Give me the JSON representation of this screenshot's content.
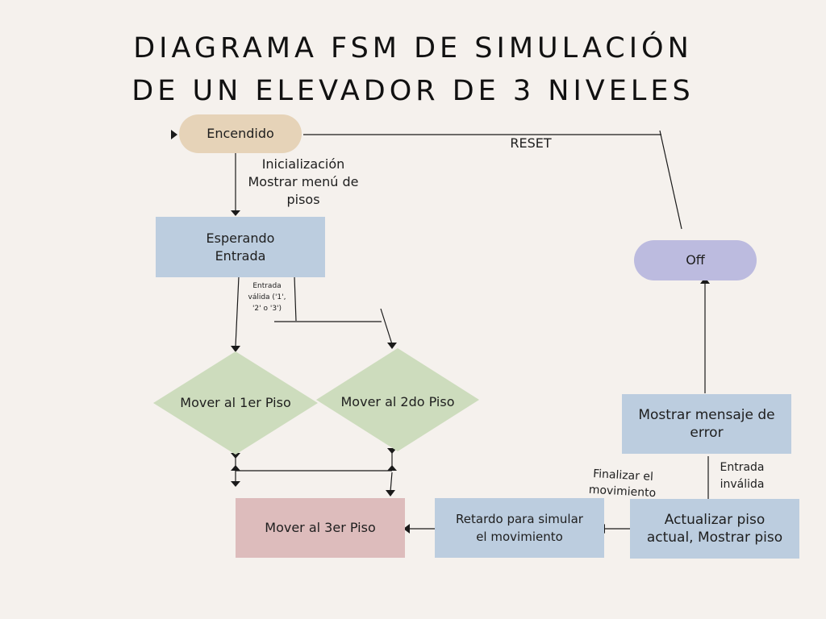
{
  "title": {
    "line1": "DIAGRAMA FSM DE SIMULACIÓN",
    "line2": "DE UN ELEVADOR DE 3 NIVELES"
  },
  "nodes": {
    "encendido": "Encendido",
    "esperando_line1": "Esperando",
    "esperando_line2": "Entrada",
    "mover1": "Mover al 1er Piso",
    "mover2": "Mover al 2do Piso",
    "mover3": "Mover al 3er Piso",
    "retardo_line1": "Retardo para simular",
    "retardo_line2": "el movimiento",
    "actualizar_line1": "Actualizar piso",
    "actualizar_line2": "actual, Mostrar piso",
    "error_line1": "Mostrar mensaje de",
    "error_line2": "error",
    "off": "Off"
  },
  "edges": {
    "init_line1": "Inicialización",
    "init_line2": "Mostrar menú de",
    "init_line3": "pisos",
    "reset": "RESET",
    "valid_line1": "Entrada",
    "valid_line2": "válida ('1',",
    "valid_line3": "'2' o '3')",
    "finish_line1": "Finalizar el",
    "finish_line2": "movimiento",
    "invalid_line1": "Entrada",
    "invalid_line2": "inválida"
  },
  "colors": {
    "encendido": "#e6d3b8",
    "blue": "#bccddf",
    "green": "#cddcbd",
    "pink": "#ddbcbc",
    "off": "#bcbbdf"
  }
}
